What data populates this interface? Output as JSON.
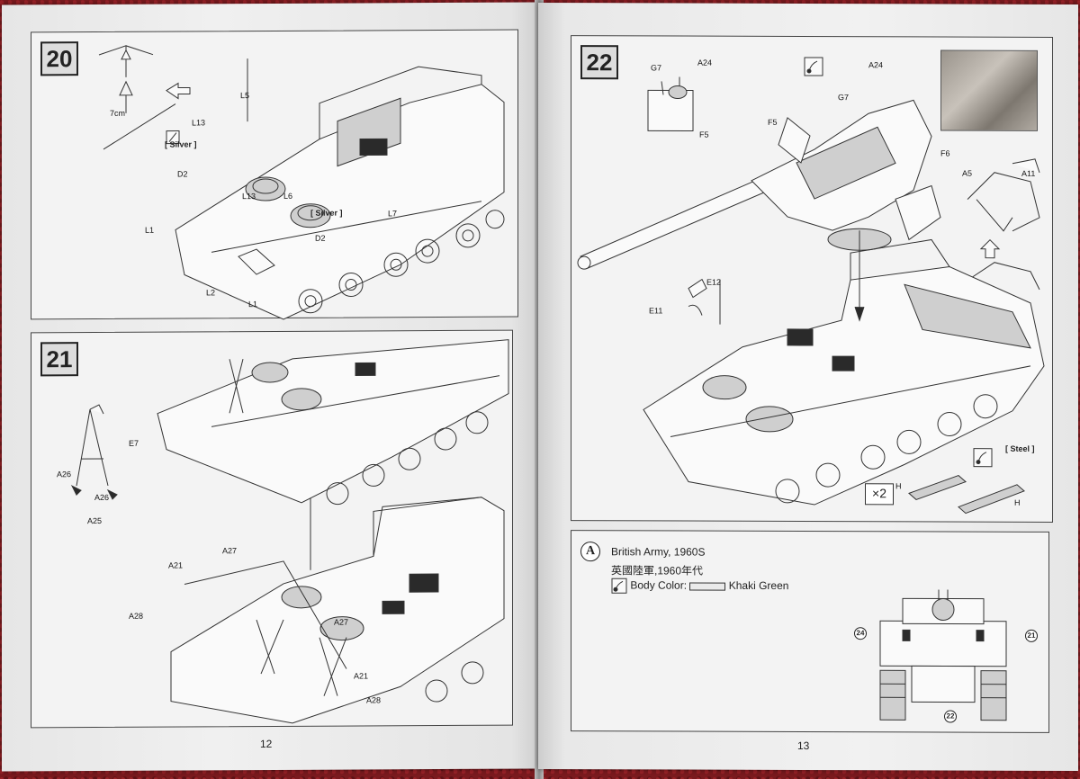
{
  "left_page": {
    "page_number": "12",
    "step20": {
      "number": "20",
      "labels": {
        "L5": "L5",
        "L13": "L13",
        "silver1": "[ Silver ]",
        "D2a": "D2",
        "L1a": "L1",
        "L13b": "L13",
        "L6": "L6",
        "silver2": "[ Silver ]",
        "L7": "L7",
        "D2b": "D2",
        "L2": "L2",
        "L1b": "L1",
        "seven_cm": "7cm"
      }
    },
    "step21": {
      "number": "21",
      "labels": {
        "E7": "E7",
        "A26a": "A26",
        "A26b": "A26",
        "A25": "A25",
        "A27a": "A27",
        "A21a": "A21",
        "A28a": "A28",
        "A27b": "A27",
        "A21b": "A21",
        "A28b": "A28"
      }
    }
  },
  "right_page": {
    "page_number": "13",
    "step22": {
      "number": "22",
      "labels": {
        "G7a": "G7",
        "A24a": "A24",
        "F5a": "F5",
        "A24b": "A24",
        "G7b": "G7",
        "F5b": "F5",
        "F6": "F6",
        "A5": "A5",
        "A11": "A11",
        "E12": "E12",
        "E11": "E11",
        "steel": "[ Steel ]",
        "H1": "H",
        "H2": "H",
        "multiplier": "×2"
      }
    },
    "scheme_a": {
      "badge": "A",
      "title_en": "British Army, 1960S",
      "title_zh": "英國陸軍,1960年代",
      "body_color_label": "Body Color:",
      "body_color_value": "Khaki Green",
      "decals": [
        "24",
        "21",
        "22"
      ]
    }
  }
}
